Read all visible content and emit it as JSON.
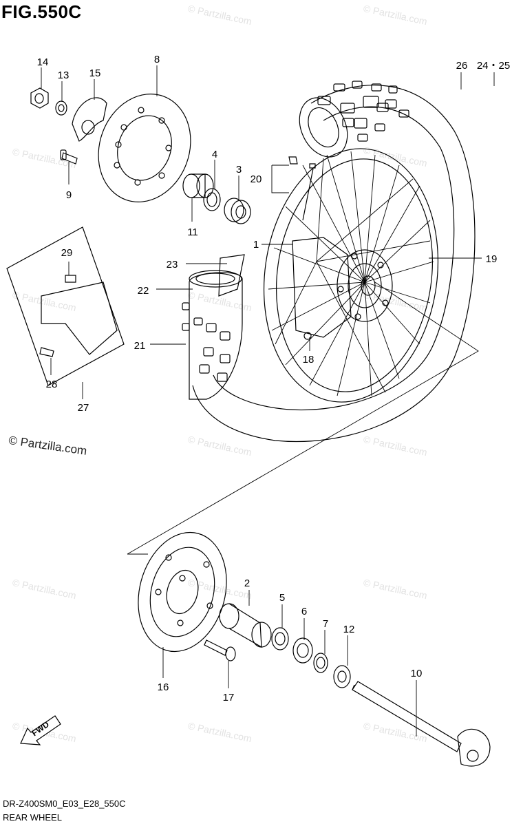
{
  "figure": {
    "title": "FIG.550C",
    "code": "DR-Z400SM0_E03_E28_550C",
    "name": "REAR WHEEL"
  },
  "credit": "© Partzilla.com",
  "watermark": "© Partzilla.com",
  "fwd_label": "FWD",
  "callouts": {
    "c1": "1",
    "c2": "2",
    "c3": "3",
    "c4": "4",
    "c5": "5",
    "c6": "6",
    "c7": "7",
    "c8": "8",
    "c9": "9",
    "c10": "10",
    "c11": "11",
    "c12": "12",
    "c13": "13",
    "c14": "14",
    "c15": "15",
    "c16": "16",
    "c17": "17",
    "c18": "18",
    "c19": "19",
    "c20": "20",
    "c21": "21",
    "c22": "22",
    "c23": "23",
    "c26": "26",
    "c2425": "24・25",
    "c27": "27",
    "c28": "28",
    "c29": "29"
  },
  "colors": {
    "line": "#000000",
    "watermark": "#e2e2e2",
    "background": "#ffffff"
  }
}
